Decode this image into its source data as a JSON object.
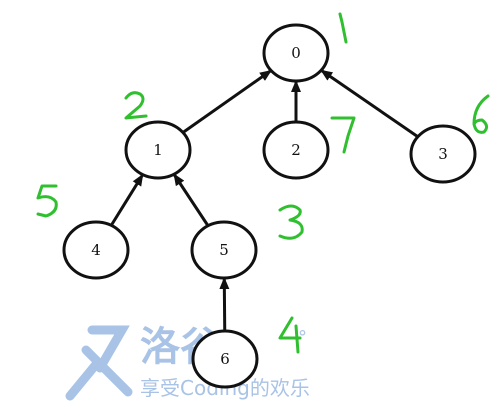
{
  "colors": {
    "node_stroke": "#111111",
    "edge": "#111111",
    "annotation": "#2fbf2f",
    "watermark": "#a9c3e6"
  },
  "nodes": [
    {
      "id": "0",
      "label": "0"
    },
    {
      "id": "1",
      "label": "1"
    },
    {
      "id": "2",
      "label": "2"
    },
    {
      "id": "3",
      "label": "3"
    },
    {
      "id": "4",
      "label": "4"
    },
    {
      "id": "5",
      "label": "5"
    },
    {
      "id": "6",
      "label": "6"
    }
  ],
  "edges": [
    {
      "from": "1",
      "to": "0"
    },
    {
      "from": "2",
      "to": "0"
    },
    {
      "from": "3",
      "to": "0"
    },
    {
      "from": "4",
      "to": "1"
    },
    {
      "from": "5",
      "to": "1"
    },
    {
      "from": "6",
      "to": "5"
    }
  ],
  "annotations": [
    {
      "node": "0",
      "value": "1"
    },
    {
      "node": "1",
      "value": "2"
    },
    {
      "node": "2",
      "value": "7"
    },
    {
      "node": "3",
      "value": "6"
    },
    {
      "node": "4",
      "value": "5"
    },
    {
      "node": "5",
      "value": "3"
    },
    {
      "node": "6",
      "value": "4"
    }
  ],
  "watermark": {
    "brand": "洛谷",
    "slogan": "享受Coding的欢乐"
  }
}
